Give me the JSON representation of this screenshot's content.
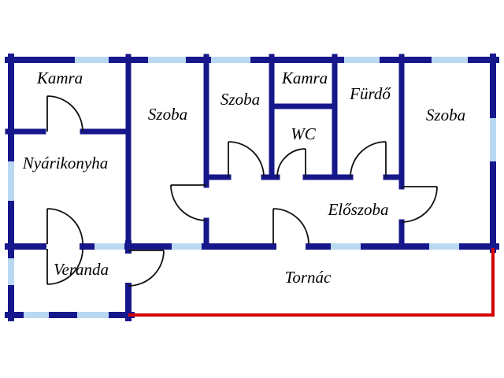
{
  "colors": {
    "wall": "#17178c",
    "window": "#b9d9f2",
    "accent-red": "#d40000",
    "label": "#000000",
    "background": "#ffffff"
  },
  "rooms": [
    {
      "id": "kamra-1",
      "label": "Kamra"
    },
    {
      "id": "nyarikonyha",
      "label": "Nyárikonyha"
    },
    {
      "id": "szoba-1",
      "label": "Szoba"
    },
    {
      "id": "szoba-2",
      "label": "Szoba"
    },
    {
      "id": "kamra-2",
      "label": "Kamra"
    },
    {
      "id": "wc",
      "label": "WC"
    },
    {
      "id": "furdo",
      "label": "Fürdő"
    },
    {
      "id": "szoba-3",
      "label": "Szoba"
    },
    {
      "id": "eloszoba",
      "label": "Előszoba"
    },
    {
      "id": "veranda",
      "label": "Veranda"
    },
    {
      "id": "tornac",
      "label": "Tornác"
    }
  ]
}
